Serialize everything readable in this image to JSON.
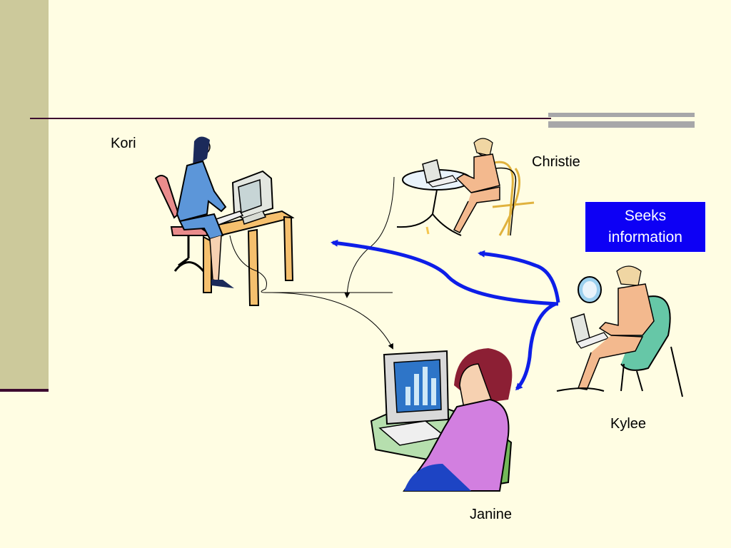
{
  "people": {
    "kori": "Kori",
    "christie": "Christie",
    "kylee": "Kylee",
    "janine": "Janine"
  },
  "callout": {
    "text": "Seeks information"
  },
  "colors": {
    "background": "#FFFDE3",
    "sidebar": "#CCC99B",
    "rule": "#3D0B2F",
    "accent_bar": "#A7A7A9",
    "arrow_blue": "#0D1EE8",
    "callout_bg": "#0D00F5"
  }
}
